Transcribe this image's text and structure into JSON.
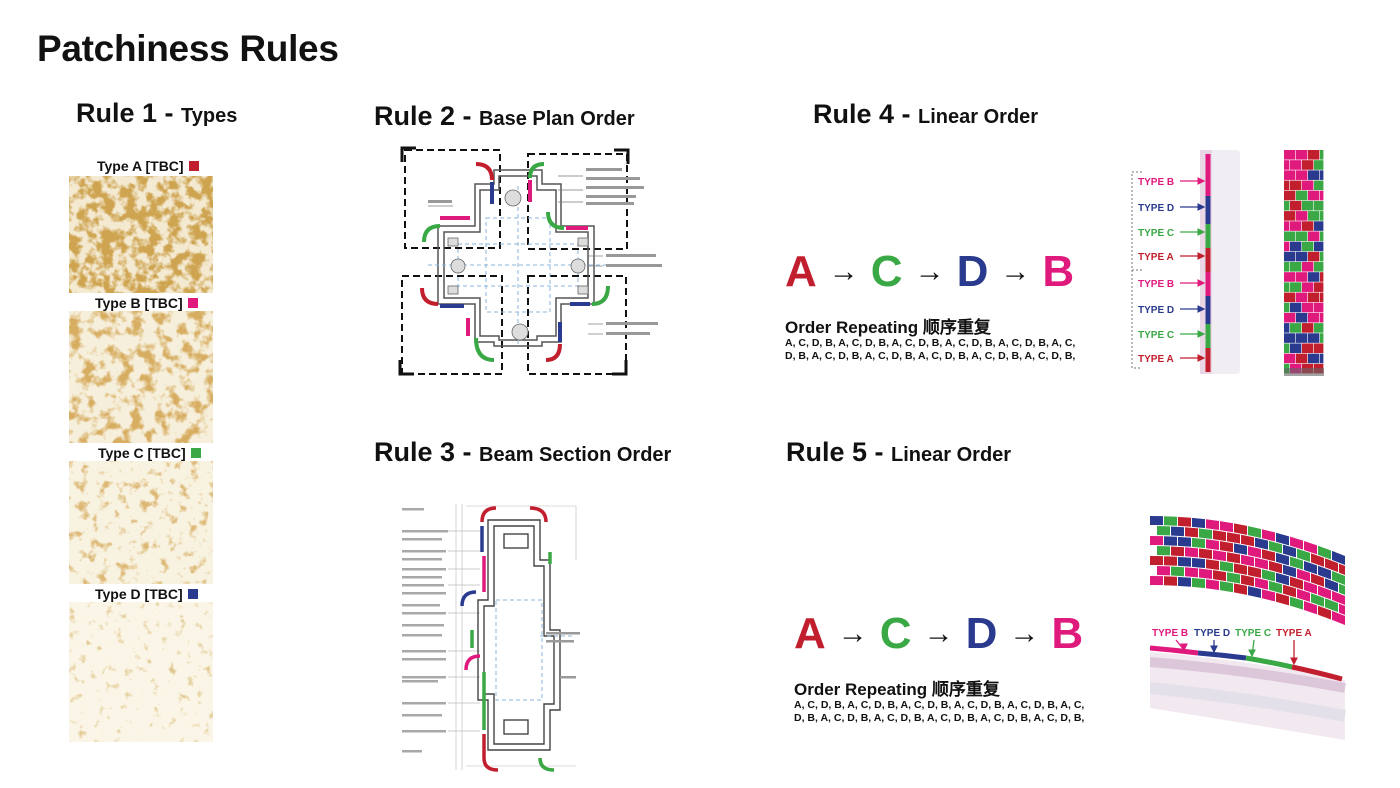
{
  "page": {
    "title": "Patchiness Rules"
  },
  "rule1": {
    "title": "Rule 1 - ",
    "subtitle": "Types",
    "types": [
      {
        "label": "Type A [TBC]",
        "color": "#c21f2e"
      },
      {
        "label": "Type B [TBC]",
        "color": "#e0197d"
      },
      {
        "label": "Type C [TBC]",
        "color": "#3aa845"
      },
      {
        "label": "Type D [TBC]",
        "color": "#2a3b8f"
      }
    ]
  },
  "rule2": {
    "title": "Rule 2 - ",
    "subtitle": "Base Plan Order"
  },
  "rule3": {
    "title": "Rule 3 - ",
    "subtitle": "Beam Section Order"
  },
  "rule4": {
    "title": "Rule 4 - ",
    "subtitle": "Linear Order",
    "sequence": [
      "A",
      "C",
      "D",
      "B"
    ],
    "arrow": "→",
    "order_title": "Order Repeating 顺序重复",
    "order_line1": "A, C, D, B, A, C, D, B, A, C, D, B, A, C, D, B, A, C, D, B, A, C,",
    "order_line2": "D, B, A, C, D, B, A, C, D, B, A, C, D, B, A, C, D, B, A, C, D, B,",
    "column_labels": [
      "TYPE B",
      "TYPE D",
      "TYPE C",
      "TYPE A",
      "TYPE B",
      "TYPE D",
      "TYPE C",
      "TYPE A"
    ]
  },
  "rule5": {
    "title": "Rule 5 - ",
    "subtitle": "Linear Order",
    "sequence": [
      "A",
      "C",
      "D",
      "B"
    ],
    "arrow": "→",
    "order_title": "Order Repeating 顺序重复",
    "order_line1": "A, C, D, B, A, C, D, B, A, C, D, B, A, C, D, B, A, C, D, B, A, C,",
    "order_line2": "D, B, A, C, D, B, A, C, D, B, A, C, D, B, A, C, D, B, A, C, D, B,",
    "beam_labels": [
      "TYPE B",
      "TYPE D",
      "TYPE C",
      "TYPE A"
    ]
  },
  "colors": {
    "A": "#c21f2e",
    "B": "#e0197d",
    "C": "#3aa845",
    "D": "#2a3b8f"
  }
}
